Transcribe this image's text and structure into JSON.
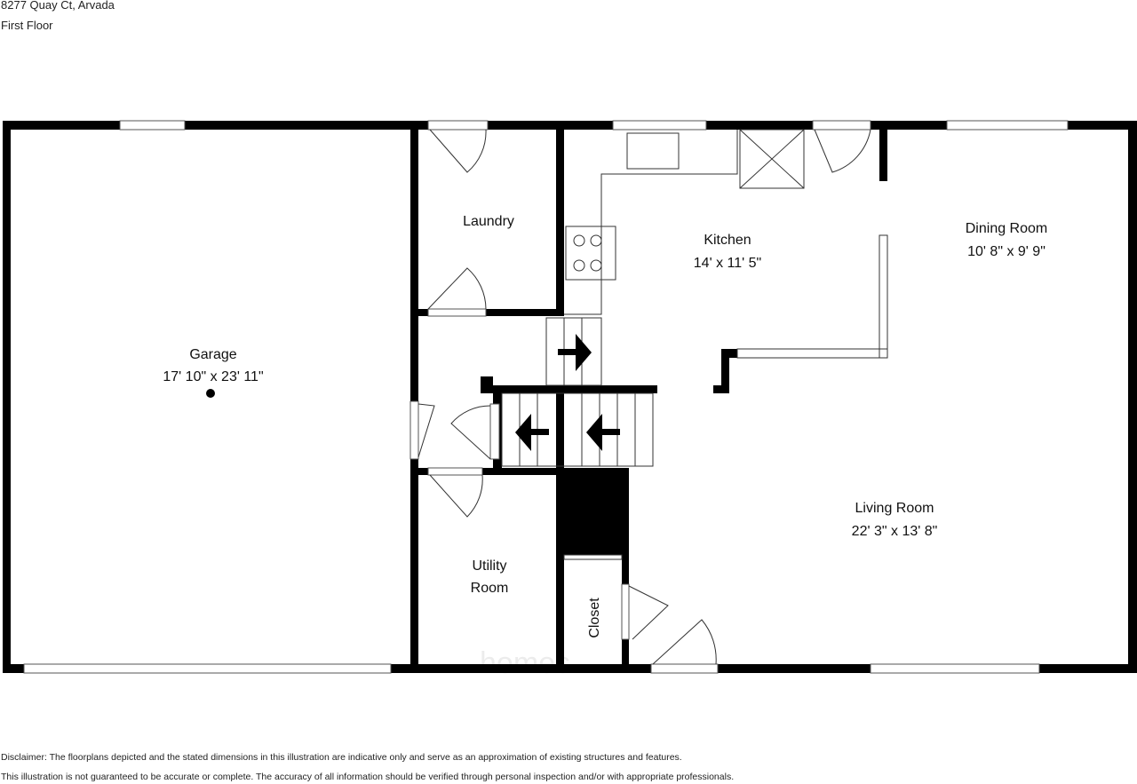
{
  "header": {
    "address": "8277 Quay Ct, Arvada",
    "floor": "First Floor"
  },
  "rooms": [
    {
      "name": "Garage",
      "dimensions": "17' 10\" x 23' 11\""
    },
    {
      "name": "Laundry"
    },
    {
      "name": "Kitchen",
      "dimensions": "14' x 11' 5\""
    },
    {
      "name": "Dining Room",
      "dimensions": "10' 8\" x 9' 9\""
    },
    {
      "name": "Living Room",
      "dimensions": "22' 3\" x 13' 8\""
    },
    {
      "name": "Utility",
      "name2": "Room"
    },
    {
      "name": "Closet"
    }
  ],
  "watermark": "homes",
  "disclaimer": {
    "line1": "Disclaimer: The floorplans depicted and the stated dimensions in this illustration are indicative only and serve as an approximation of existing structures and features.",
    "line2": "This illustration is not guaranteed to be accurate or complete. The accuracy of all information should be verified through personal inspection and/or with appropriate professionals."
  }
}
